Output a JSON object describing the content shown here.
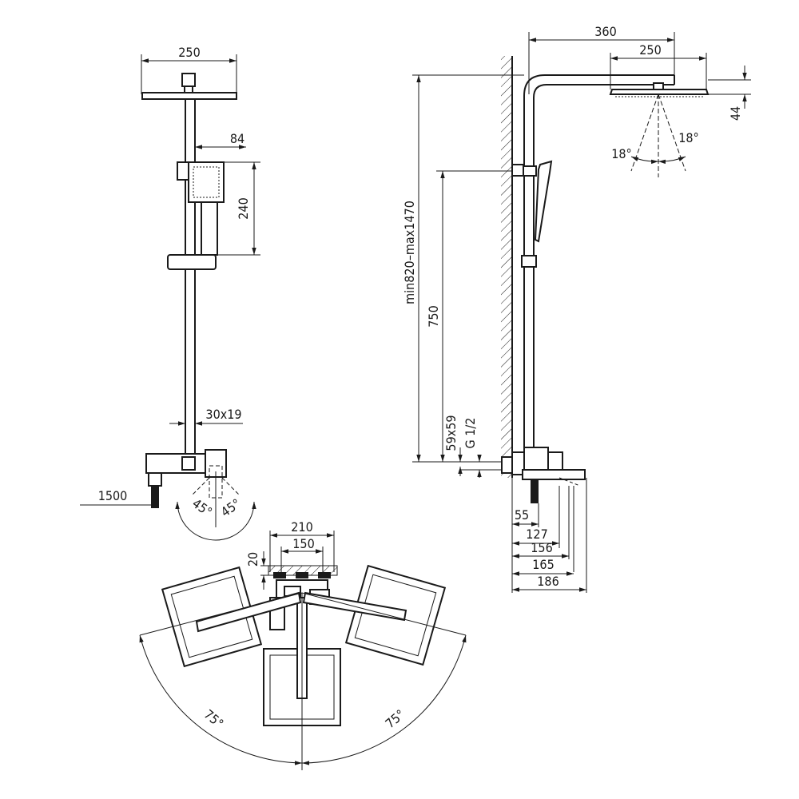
{
  "front_view": {
    "dim_head_width": "250",
    "dim_hand_offset": "84",
    "dim_hand_height": "240",
    "dim_bar_section": "30x19",
    "dim_hose": "1500",
    "angle_left": "45°",
    "angle_right": "45°"
  },
  "side_view": {
    "dim_arm_reach": "360",
    "dim_head_width": "250",
    "dim_head_thickness": "44",
    "angle_left": "18°",
    "angle_right": "18°",
    "dim_height_range": "min820–max1470",
    "dim_mount_height": "750",
    "dim_mount_section": "59x59",
    "dim_thread": "G 1/2",
    "dims_projection": [
      "55",
      "127",
      "156",
      "165",
      "186"
    ]
  },
  "top_view": {
    "dim_mixer_outer": "210",
    "dim_mixer_inner": "150",
    "dim_wall_depth": "20",
    "angle_left": "75°",
    "angle_right": "75°"
  },
  "colors": {
    "line": "#1a1a1a",
    "background": "#ffffff"
  }
}
